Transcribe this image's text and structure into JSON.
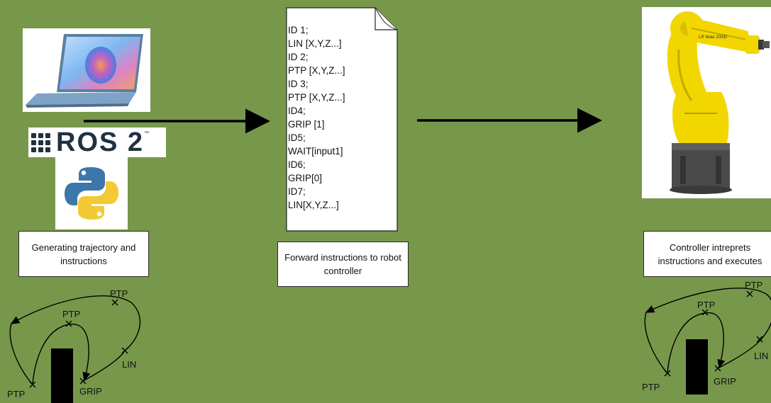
{
  "colors": {
    "background": "#77984a",
    "box": "#ffffff",
    "arrow": "#000000",
    "robot_yellow": "#f2d600",
    "robot_base": "#4a4a4a"
  },
  "left": {
    "laptop_icon": "laptop-icon",
    "ros_logo_text": "ROS 2",
    "ros_tm": "™",
    "python_icon": "python-logo-icon",
    "caption": "Generating trajectory and instructions"
  },
  "document": {
    "lines": [
      "ID 1;",
      "LIN [X,Y,Z...]",
      "ID 2;",
      "PTP [X,Y,Z...]",
      "ID 3;",
      "PTP [X,Y,Z...]",
      "ID4;",
      "GRIP [1]",
      "ID5;",
      "WAIT[input1]",
      "ID6;",
      "GRIP[0]",
      "ID7;",
      "LIN[X,Y,Z...]"
    ],
    "caption": "Forward instructions to robot controller"
  },
  "right": {
    "robot_icon": "industrial-robot-arm-icon",
    "robot_label": "LR Mate 200iD",
    "caption": "Controller intreprets instructions and executes"
  },
  "trajectory_left": {
    "labels": [
      "PTP",
      "PTP",
      "LIN",
      "PTP",
      "GRIP"
    ]
  },
  "trajectory_right": {
    "labels": [
      "PTP",
      "PTP",
      "LIN",
      "PTP",
      "GRIP"
    ]
  }
}
